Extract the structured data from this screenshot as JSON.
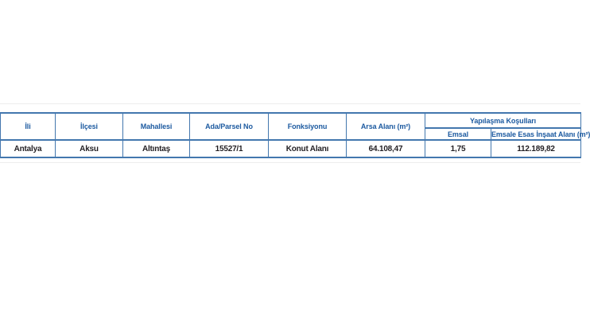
{
  "table": {
    "headers": {
      "ili": "İli",
      "ilcesi": "İlçesi",
      "mahallesi": "Mahallesi",
      "ada_parsel": "Ada/Parsel No",
      "fonksiyonu": "Fonksiyonu",
      "arsa_alani": "Arsa Alanı (m²)",
      "yapilasma_kosullari": "Yapılaşma Koşulları",
      "emsal": "Emsal",
      "emsale_esas_insaat_alani": "Emsale Esas İnşaat Alanı (m²)"
    },
    "row": {
      "ili": "Antalya",
      "ilcesi": "Aksu",
      "mahallesi": "Altıntaş",
      "ada_parsel": "15527/1",
      "fonksiyonu": "Konut Alanı",
      "arsa_alani": "64.108,47",
      "emsal": "1,75",
      "emsale_esas_insaat_alani": "112.189,82"
    },
    "colors": {
      "border_blue": "#4377ae",
      "header_text_blue": "#1c5aa0",
      "data_text": "#221f23",
      "background": "#ffffff"
    }
  }
}
